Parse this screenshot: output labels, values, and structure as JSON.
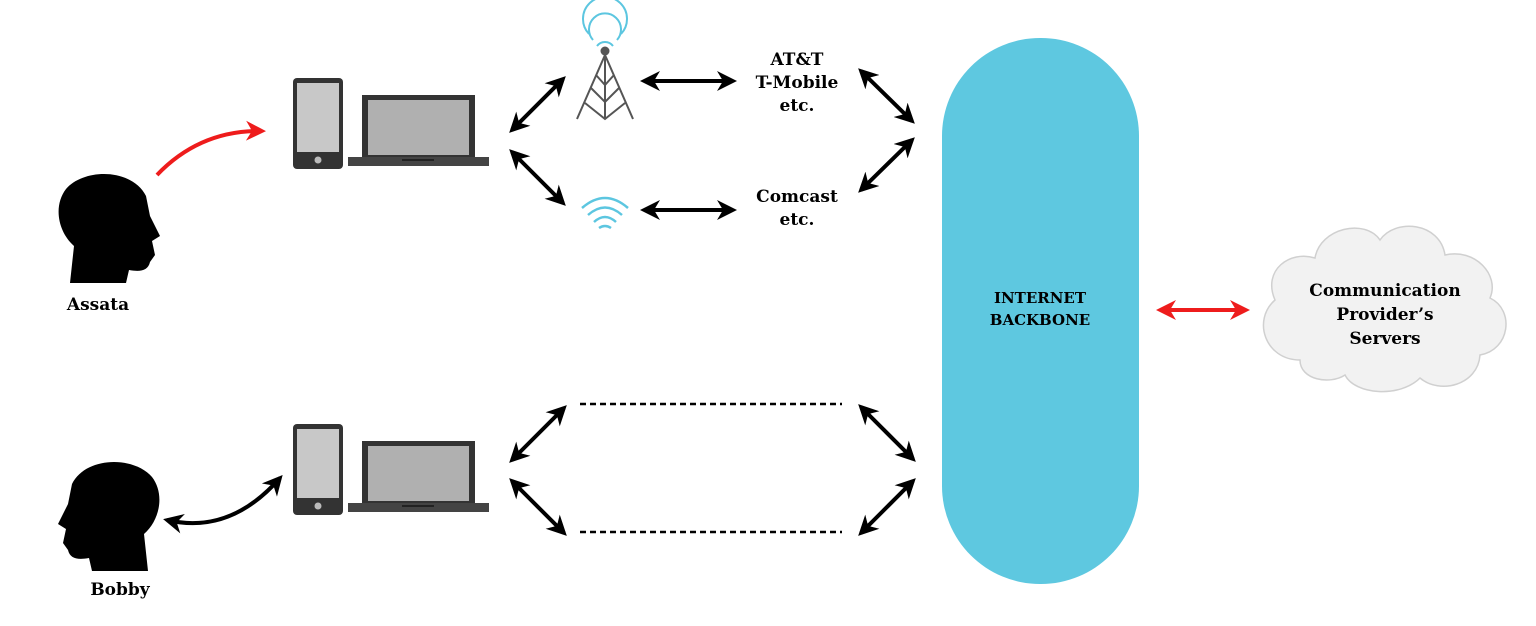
{
  "people": {
    "sender": "Assata",
    "receiver": "Bobby"
  },
  "carriers": {
    "mobile": [
      "AT&T",
      "T-Mobile",
      "etc."
    ],
    "broadband": [
      "Comcast",
      "etc."
    ]
  },
  "backbone": {
    "line1": "INTERNET",
    "line2": "BACKBONE"
  },
  "servers": {
    "line1": "Communication",
    "line2": "Provider’s",
    "line3": "Servers"
  },
  "colors": {
    "backbone": "#5ec8e0",
    "accent_arrow": "#ee1c1c",
    "signal": "#5cc6e0",
    "device": "#333333",
    "cloud": "#f2f2f2"
  }
}
